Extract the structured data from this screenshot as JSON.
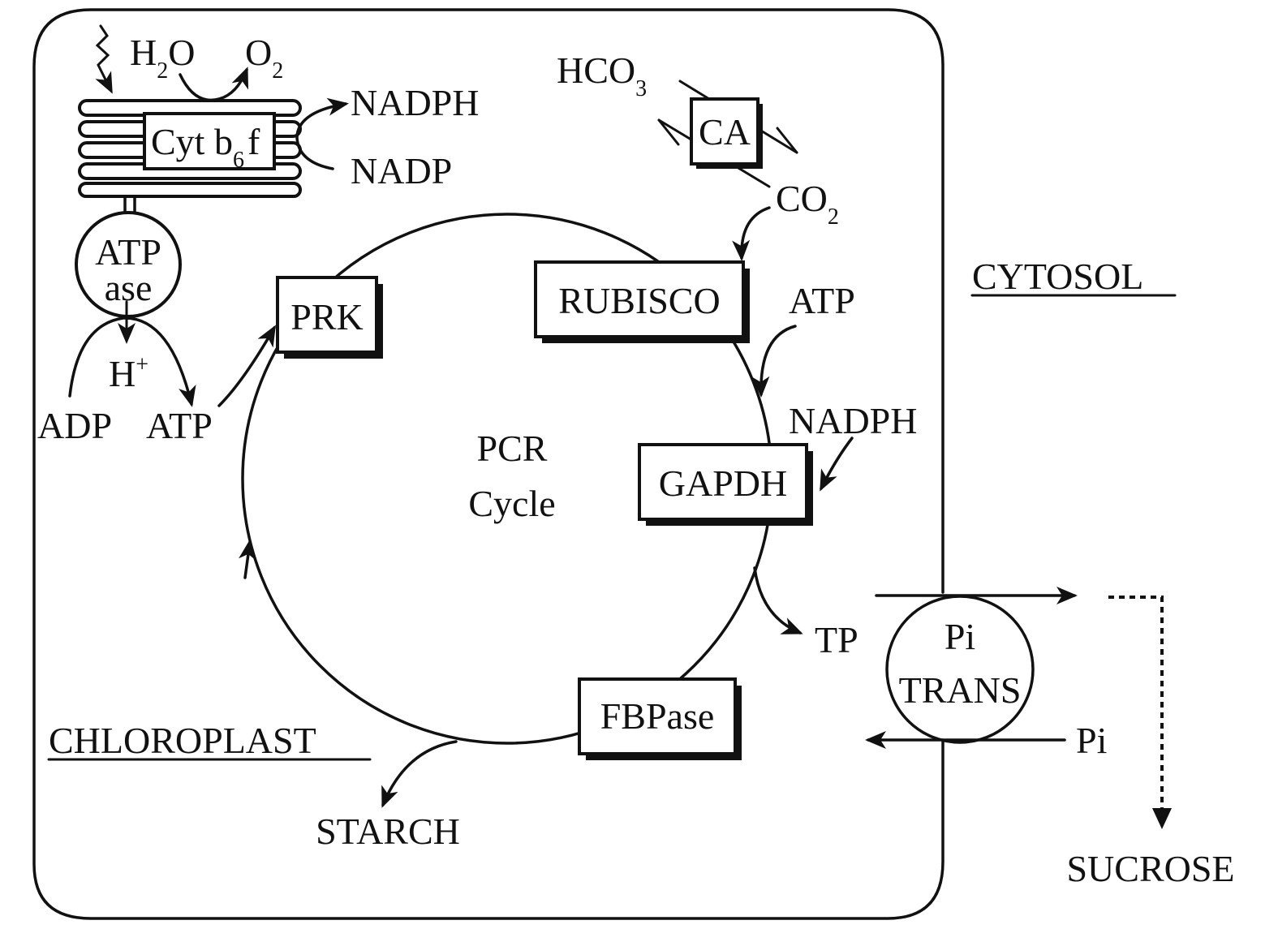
{
  "compartments": {
    "chloroplast": "CHLOROPLAST",
    "cytosol": "CYTOSOL"
  },
  "thylakoid": {
    "water": {
      "base": "H",
      "sub": "2",
      "tail": "O"
    },
    "oxygen": {
      "base": "O",
      "sub": "2"
    },
    "cyt": {
      "base": "Cyt b",
      "sub": "6",
      "tail": "f"
    },
    "nadph": "NADPH",
    "nadp": "NADP"
  },
  "atpase": {
    "line1": "ATP",
    "line2": "ase",
    "proton": {
      "base": "H",
      "sup": "+"
    },
    "adp": "ADP",
    "atp": "ATP"
  },
  "carbon": {
    "bicarbonate": {
      "base": "HCO",
      "sub": "3"
    },
    "enzyme": "CA",
    "co2": {
      "base": "CO",
      "sub": "2"
    }
  },
  "cycle": {
    "line1": "PCR",
    "line2": "Cycle",
    "rubisco": "RUBISCO",
    "prk": "PRK",
    "gapdh": "GAPDH",
    "fbpase": "FBPase",
    "atp_in": "ATP",
    "nadph_in": "NADPH",
    "starch": "STARCH"
  },
  "transport": {
    "line1": "Pi",
    "line2": "TRANS",
    "tp": "TP",
    "pi": "Pi",
    "sucrose": "SUCROSE"
  }
}
